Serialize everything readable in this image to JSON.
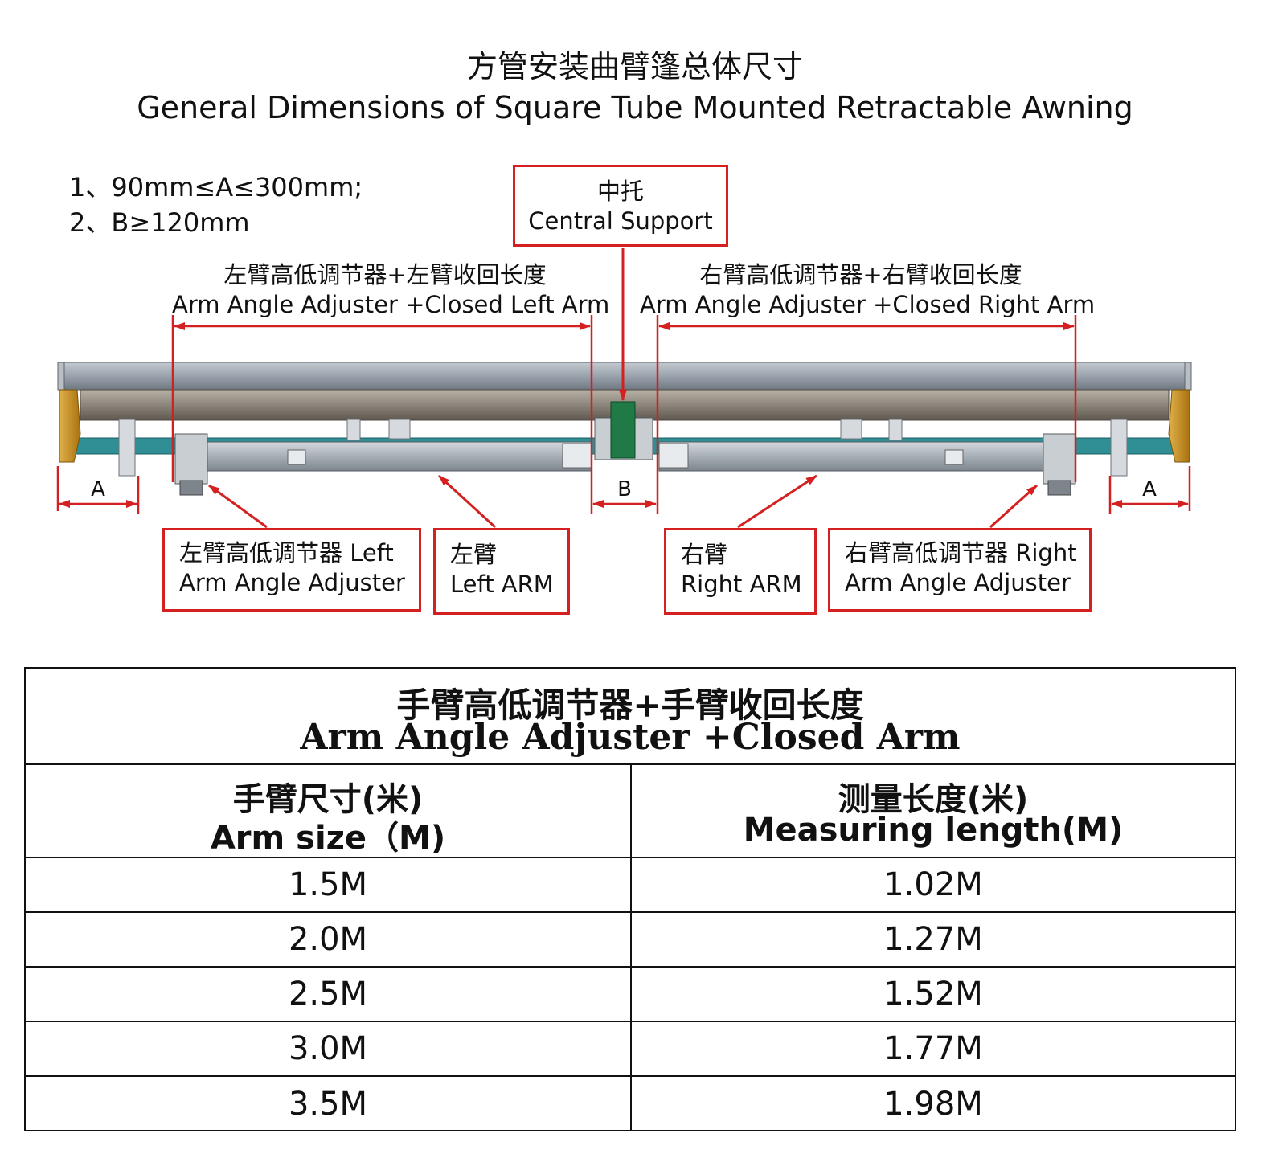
{
  "title": {
    "cn": "方管安装曲臂篷总体尺寸",
    "en": "General Dimensions of Square Tube Mounted Retractable Awning"
  },
  "notes": [
    "1、90mm≤A≤300mm;",
    "2、B≥120mm"
  ],
  "central_support": {
    "cn": "中托",
    "en": "Central Support"
  },
  "dim_left": {
    "cn": "左臂高低调节器+左臂收回长度",
    "en": "Arm Angle Adjuster +Closed Left Arm"
  },
  "dim_right": {
    "cn": "右臂高低调节器+右臂收回长度",
    "en": "Arm Angle Adjuster +Closed Right Arm"
  },
  "dim_letters": {
    "a_left": "A",
    "b": "B",
    "a_right": "A"
  },
  "callouts": {
    "left_adjuster": {
      "line1": "左臂高低调节器 Left",
      "line2": "Arm Angle Adjuster"
    },
    "left_arm": {
      "cn": "左臂",
      "en": "Left ARM"
    },
    "right_arm": {
      "cn": "右臂",
      "en": "Right ARM"
    },
    "right_adjuster": {
      "line1": "右臂高低调节器 Right",
      "line2": "Arm Angle Adjuster"
    }
  },
  "colors": {
    "callout_red": "#d42020",
    "tube_grey": "#9aa3ad",
    "bar_teal": "#2f8f95",
    "support_green": "#1f7a45",
    "bracket_gold": "#c7901e"
  },
  "table": {
    "title_cn": "手臂高低调节器+手臂收回长度",
    "title_en": "Arm Angle Adjuster +Closed Arm",
    "columns": [
      {
        "cn": "手臂尺寸(米)",
        "en": "Arm size（M)"
      },
      {
        "cn": "测量长度(米)",
        "en": "Measuring length(M)"
      }
    ],
    "rows": [
      [
        "1.5M",
        "1.02M"
      ],
      [
        "2.0M",
        "1.27M"
      ],
      [
        "2.5M",
        "1.52M"
      ],
      [
        "3.0M",
        "1.77M"
      ],
      [
        "3.5M",
        "1.98M"
      ]
    ]
  }
}
